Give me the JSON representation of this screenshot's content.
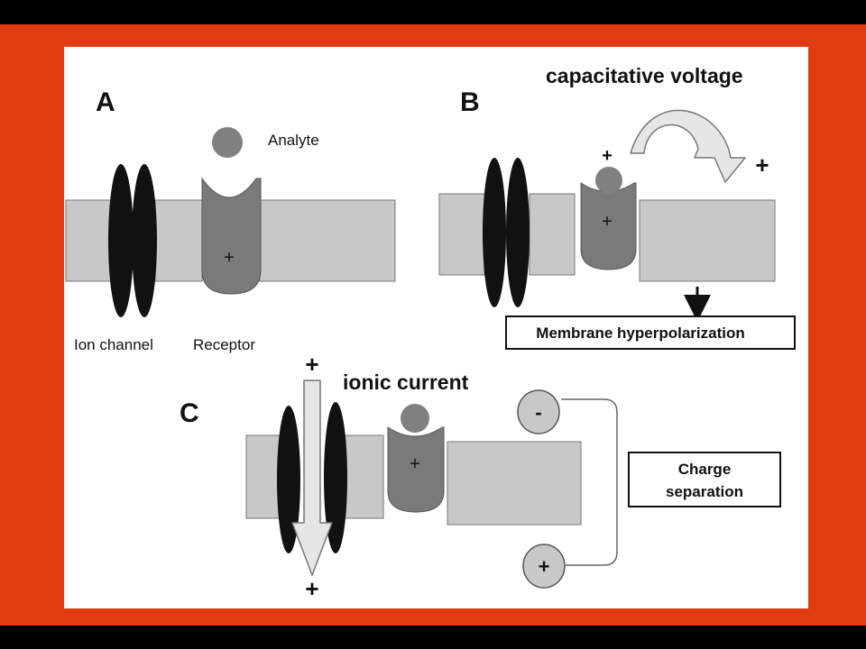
{
  "colors": {
    "top_bar": "#000000",
    "frame": "#E03C0F",
    "panel": "#FFFFFF",
    "membrane": "#C8C8C8",
    "channel": "#111111",
    "receptor": "#7A7A7A",
    "analyte": "#808080",
    "arrow_fill": "#E6E6E6"
  },
  "panel_a": {
    "letter": "A",
    "analyte_label": "Analyte",
    "ion_channel_label": "Ion channel",
    "receptor_label": "Receptor",
    "receptor_charge": "+"
  },
  "panel_b": {
    "letter": "B",
    "title": "capacitative voltage",
    "analyte_charge": "+",
    "receptor_charge": "+",
    "side_charge": "+",
    "box_label": "Membrane hyperpolarization"
  },
  "panel_c": {
    "letter": "C",
    "title": "ionic current",
    "top_charge": "+",
    "bottom_charge": "+",
    "receptor_charge": "+",
    "minus_ion": "-",
    "plus_ion": "+",
    "box_line1": "Charge",
    "box_line2": "separation"
  }
}
